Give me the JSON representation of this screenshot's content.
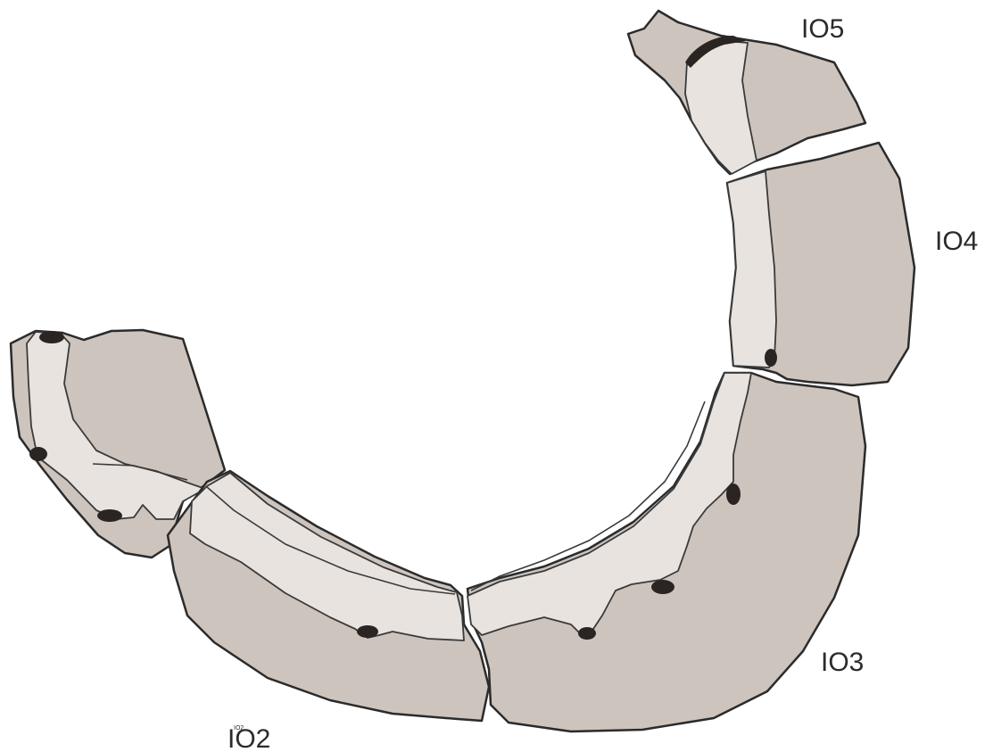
{
  "labels": {
    "io5": "IO5",
    "io4": "IO4",
    "io3": "IO3",
    "io2": "IO2",
    "io2_overprint": "IO2"
  },
  "colors": {
    "bone_fill": "#cdc4be",
    "canal_fill": "#e8e3df",
    "outline": "#2b2b2b",
    "pore": "#2a2522"
  }
}
